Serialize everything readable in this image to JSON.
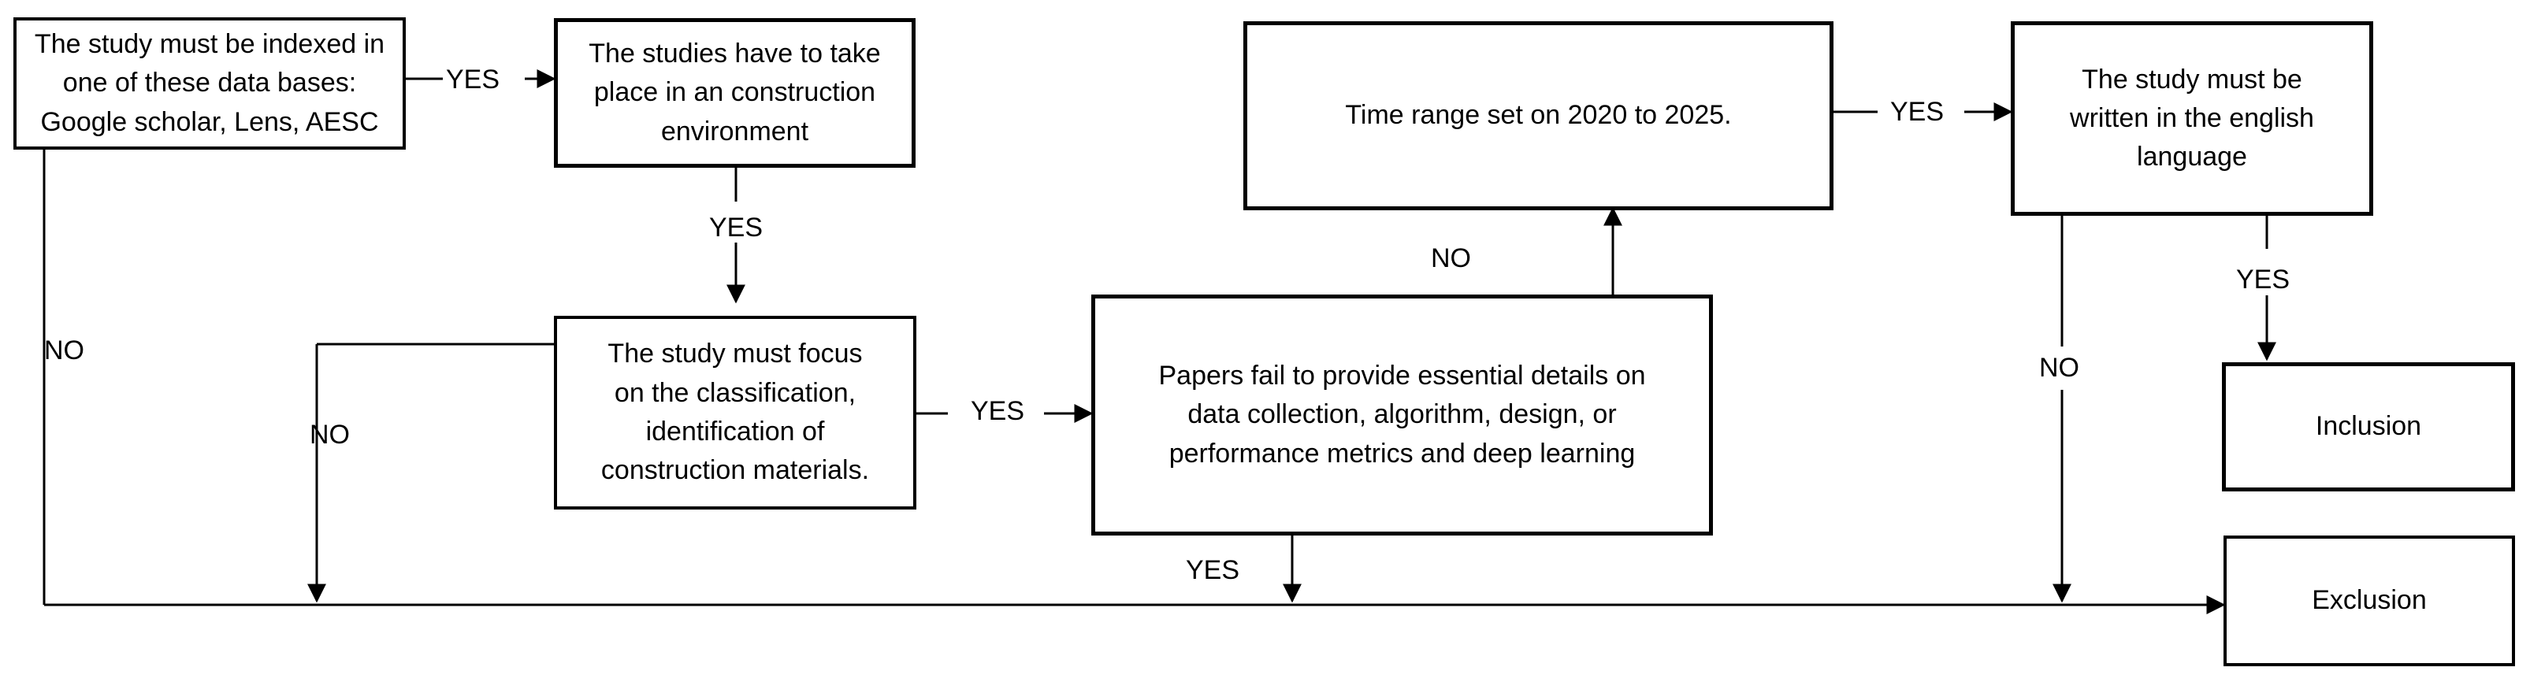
{
  "nodes": {
    "indexed": "The study must be indexed in\none of these data bases:\nGoogle scholar, Lens, AESC",
    "construction_env": "The studies have to take\nplace in an construction\nenvironment",
    "focus": "The study must focus\non the classification,\nidentification of\nconstruction materials.",
    "details": "Papers fail to provide essential details on\ndata collection, algorithm, design, or\nperformance metrics and deep learning",
    "time_range": "Time range set on 2020 to 2025.",
    "english": "The study must be\nwritten in the  english\nlanguage",
    "inclusion": "Inclusion",
    "exclusion": "Exclusion"
  },
  "edge_labels": {
    "indexed_yes": "YES",
    "indexed_no": "NO",
    "env_yes": "YES",
    "focus_no": "NO",
    "focus_yes": "YES",
    "details_no": "NO",
    "details_yes": "YES",
    "time_yes": "YES",
    "english_no": "NO",
    "english_yes": "YES"
  }
}
